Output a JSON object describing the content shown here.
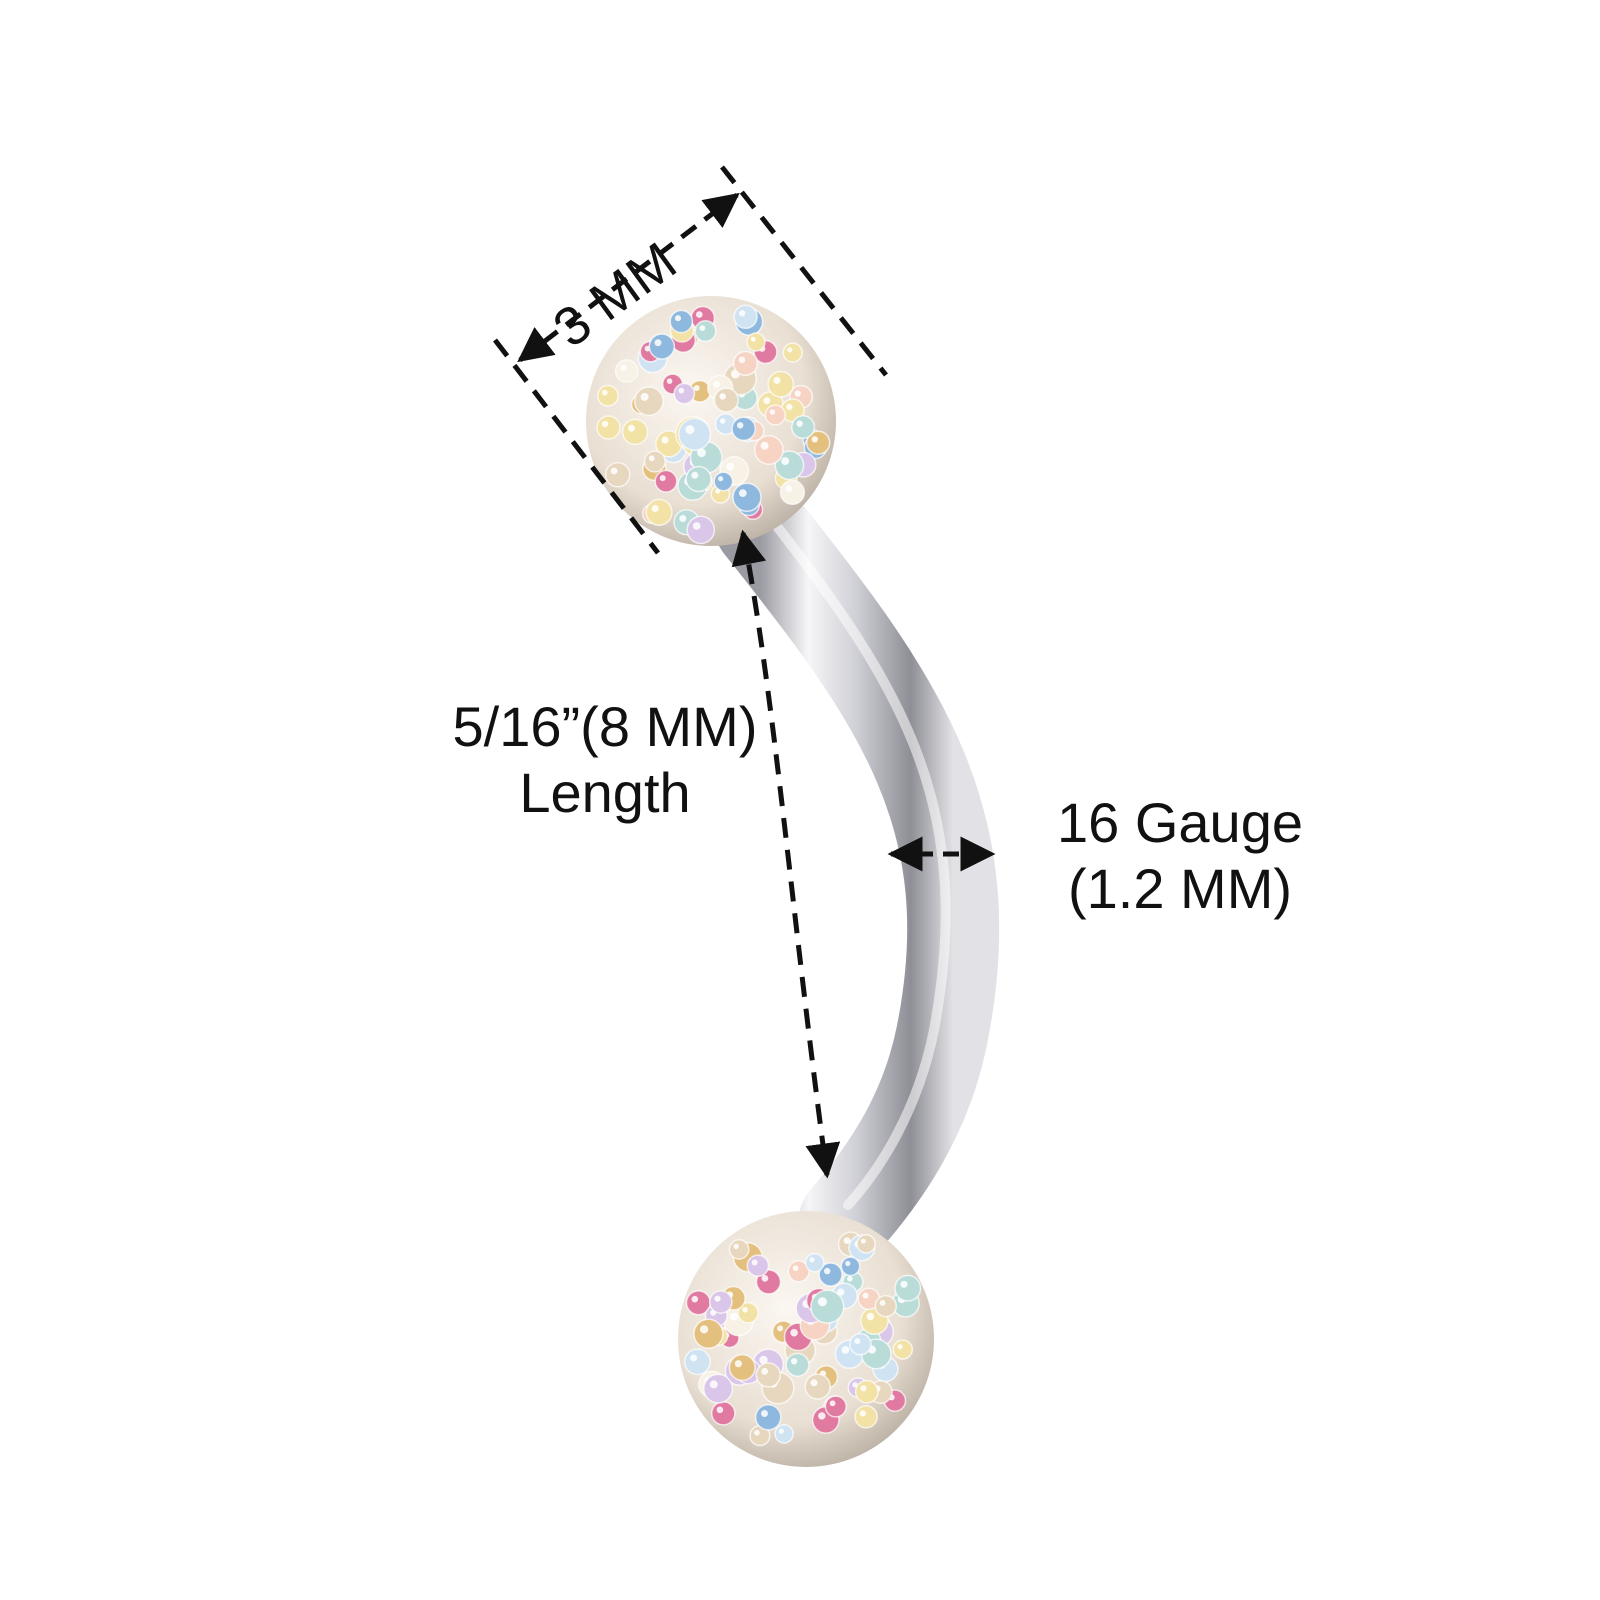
{
  "annotations": {
    "ball_size": "3 MM",
    "length_line1": "5/16”(8 MM)",
    "length_line2": "Length",
    "gauge_line1": "16 Gauge",
    "gauge_line2": "(1.2 MM)"
  },
  "colors": {
    "background": "#ffffff",
    "text": "#111111",
    "dimension_line": "#111111",
    "steel_light": "#f4f4f6",
    "steel_dark": "#8c8c94",
    "crystal_base": "#efe6dc"
  },
  "icons": {
    "dimension_arrow": "arrow-head-icon"
  }
}
